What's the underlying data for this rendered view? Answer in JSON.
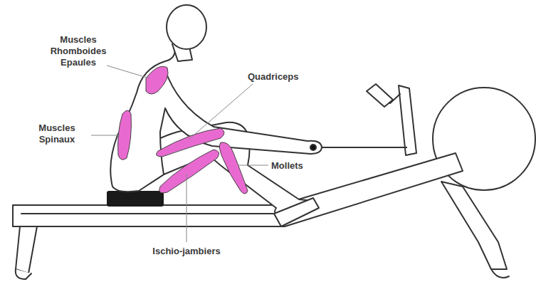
{
  "diagram": {
    "labels": [
      "Muscles Rhomboides Epaules",
      "Muscles Spinaux",
      "Quadriceps",
      "Mollets",
      "Ischio-jambiers"
    ]
  }
}
